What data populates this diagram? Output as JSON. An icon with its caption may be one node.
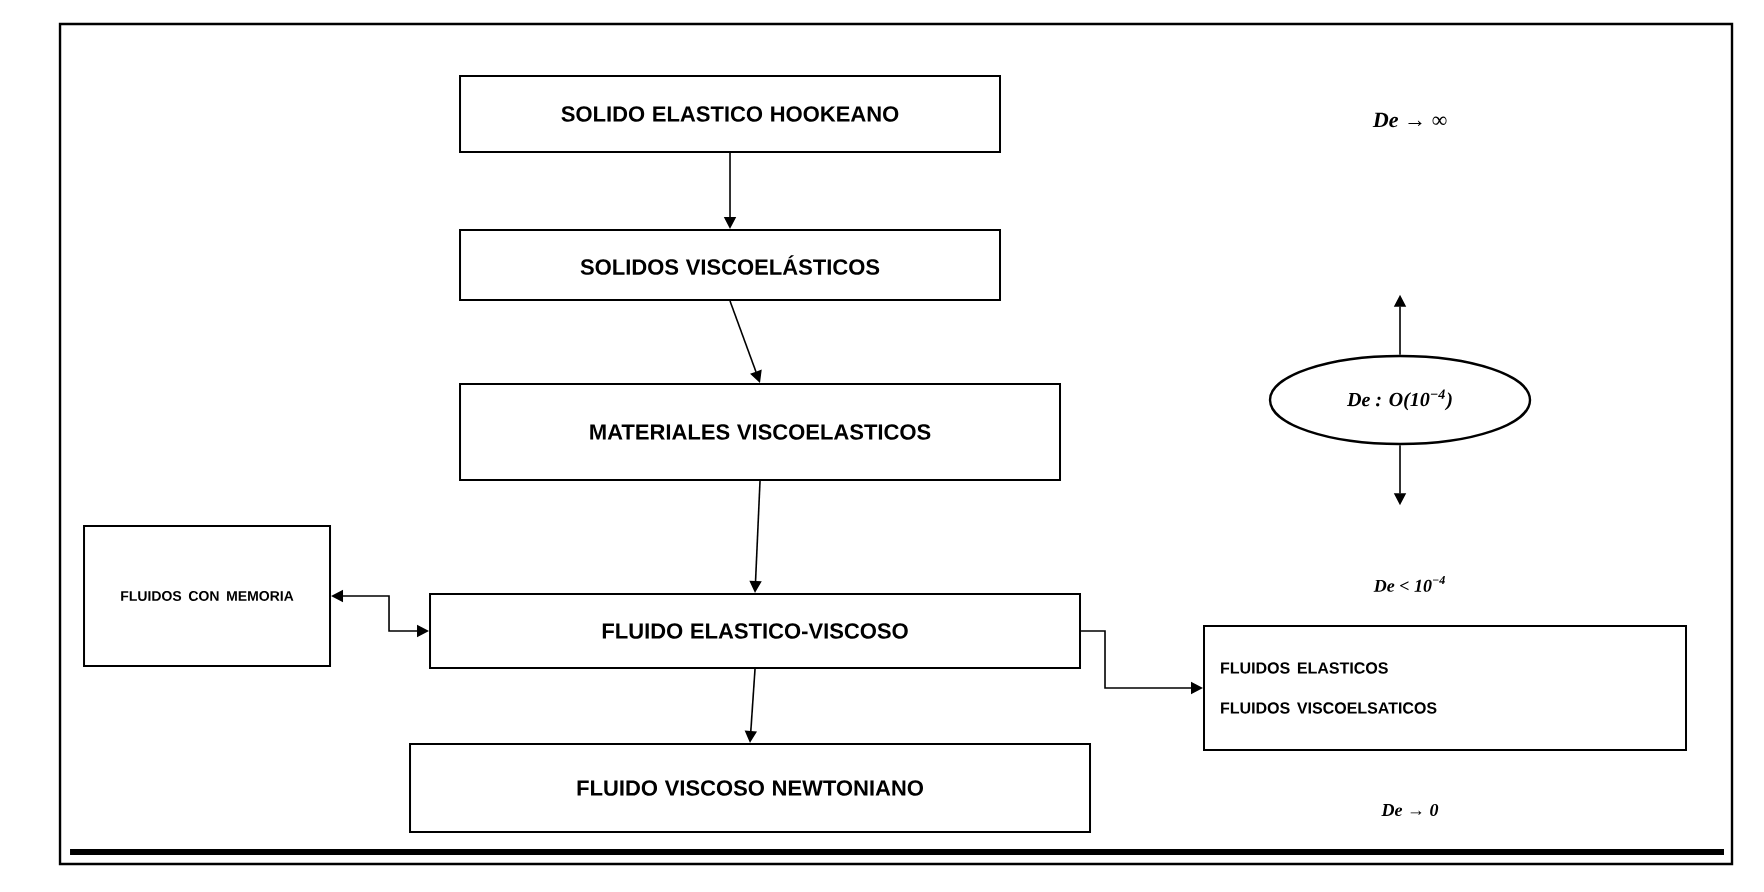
{
  "diagram": {
    "nodes": [
      {
        "text": [
          "SOLIDO ELASTICO HOOKEANO"
        ]
      },
      {
        "text": [
          "SOLIDOS VISCOELÁSTICOS"
        ]
      },
      {
        "text": [
          "MATERIALES VISCOELASTICOS"
        ]
      },
      {
        "text": [
          "FLUIDOS CON MEMORIA"
        ]
      },
      {
        "text": [
          "FLUIDO ELASTICO-VISCOSO"
        ]
      },
      {
        "text": [
          "FLUIDO VISCOSO NEWTONIANO"
        ]
      },
      {
        "text": [
          "De : O(10$^{−4}$)"
        ]
      },
      {
        "text": [
          "FLUIDOS ELASTICOS",
          "FLUIDOS VISCOELSATICOS"
        ]
      }
    ],
    "edges": [
      {
        "from": 0,
        "to": 1,
        "arrow": "to"
      },
      {
        "from": 1,
        "to": 2,
        "arrow": "to"
      },
      {
        "from": 2,
        "to": 4,
        "arrow": "to"
      },
      {
        "from": 4,
        "to": 5,
        "arrow": "to"
      },
      {
        "from": 4,
        "to": 3,
        "arrow": "both"
      },
      {
        "from": 4,
        "to": 7,
        "arrow": "to"
      },
      {
        "from": 6,
        "to": null,
        "arrow": "to"
      },
      {
        "from": 6,
        "to": null,
        "arrow": "to"
      }
    ],
    "labels": [
      "De → ∞",
      "De < 10$^{−4}$",
      "De → 0"
    ]
  }
}
